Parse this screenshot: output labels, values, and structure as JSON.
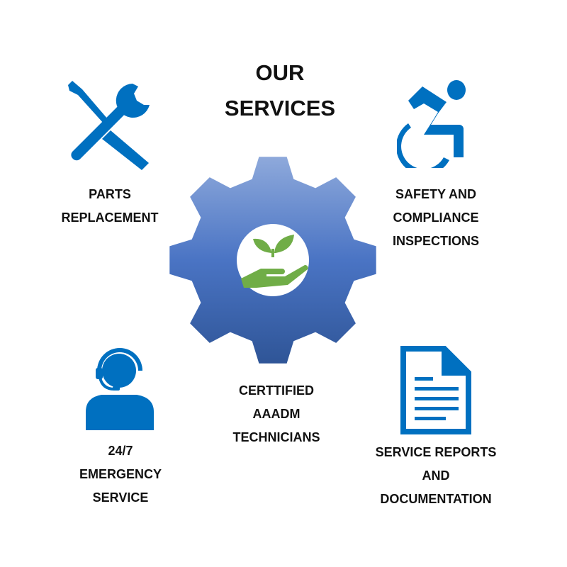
{
  "title": {
    "line1": "OUR",
    "line2": "SERVICES"
  },
  "colors": {
    "icon_blue": "#0070C0",
    "gear_top": "#8EA9DB",
    "gear_mid": "#4472C4",
    "gear_bottom": "#2F5597",
    "plant_green": "#70AD47"
  },
  "services": [
    {
      "icon": "tools-icon",
      "label": "PARTS\nREPLACEMENT"
    },
    {
      "icon": "accessibility-icon",
      "label": "SAFETY AND\nCOMPLIANCE\nINSPECTIONS"
    },
    {
      "icon": "gear-plant-icon",
      "label": "CERTTIFIED\nAAADM\nTECHNICIANS"
    },
    {
      "icon": "headset-person-icon",
      "label": "24/7\nEMERGENCY\nSERVICE"
    },
    {
      "icon": "document-icon",
      "label": "SERVICE REPORTS\nAND\nDOCUMENTATION"
    }
  ]
}
